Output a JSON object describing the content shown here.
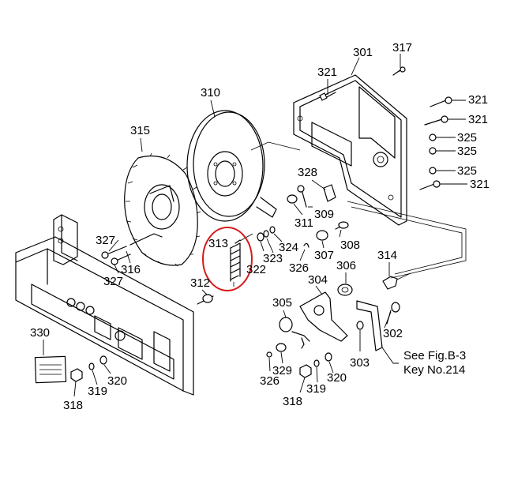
{
  "callouts": {
    "c301": "301",
    "c317": "317",
    "c321a": "321",
    "c321b": "321",
    "c321c": "321",
    "c321d": "321",
    "c310": "310",
    "c315": "315",
    "c325a": "325",
    "c325b": "325",
    "c325c": "325",
    "c328": "328",
    "c309": "309",
    "c311": "311",
    "c308": "308",
    "c307": "307",
    "c327a": "327",
    "c327b": "327",
    "c316": "316",
    "c313": "313",
    "c322": "322",
    "c323": "323",
    "c324": "324",
    "c326a": "326",
    "c306": "306",
    "c314": "314",
    "c304": "304",
    "c312": "312",
    "c305": "305",
    "c302": "302",
    "c330": "330",
    "c303": "303",
    "c329": "329",
    "c326b": "326",
    "c320a": "320",
    "c320b": "320",
    "c319a": "319",
    "c319b": "319",
    "c318a": "318",
    "c318b": "318"
  },
  "note": {
    "line1": "See Fig.B-3",
    "line2": "Key No.214"
  },
  "highlight": {
    "color": "#d61a1a",
    "target": "313"
  }
}
